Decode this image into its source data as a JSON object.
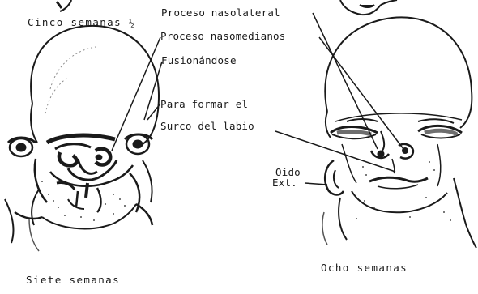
{
  "captions": {
    "cinco": "Cinco semanas",
    "cinco_half": "½",
    "siete": "Siete semanas",
    "ocho": "Ocho semanas"
  },
  "labels": {
    "proceso_nasolateral": "Proceso nasolateral",
    "proceso_nasomedianos": "Proceso nasomedianos",
    "fusionandose": "Fusionándose",
    "para_formar": "Para formar el",
    "surco_labio": "Surco del labio",
    "oido": "Oido",
    "ext": "Ext."
  },
  "colors": {
    "ink": "#1a1a1a",
    "shade": "#6e6e6e",
    "paper": "#ffffff"
  }
}
